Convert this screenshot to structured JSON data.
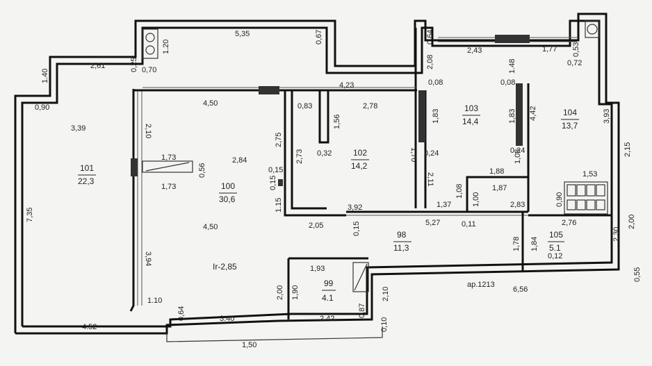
{
  "colors": {
    "wall": "#111111",
    "background": "#f4f4f2",
    "text": "#222222"
  },
  "rooms": [
    {
      "number": "101",
      "area": "22,3"
    },
    {
      "number": "100",
      "area": "30,6"
    },
    {
      "number": "102",
      "area": "14,2"
    },
    {
      "number": "103",
      "area": "14,4"
    },
    {
      "number": "104",
      "area": "13,7"
    },
    {
      "number": "105",
      "area": "5.1"
    },
    {
      "number": "98",
      "area": "11,3"
    },
    {
      "number": "99",
      "area": "4.1"
    }
  ],
  "labels": {
    "height": "Ir-2,85",
    "ar": "ар.1213"
  },
  "dims": [
    "5,35",
    "0,67",
    "1.20",
    "0,25",
    "0,70",
    "2,61",
    "1.40",
    "0,90",
    "3,39",
    "7,35",
    "4.52",
    "0,64",
    "2,43",
    "1,77",
    "0,53",
    "0,72",
    "2,08",
    "0,08",
    "1.48",
    "0,08",
    "4,23",
    "4,50",
    "2,10",
    "0,83",
    "1,56",
    "2,78",
    "1,83",
    "1,83",
    "4,42",
    "3,93",
    "2,15",
    "2,75",
    "2,84",
    "2,73",
    "0,32",
    "1,70",
    "0,24",
    "0,24",
    "1,08",
    "1,73",
    "0,56",
    "1,73",
    "0,15",
    "0,15",
    "1.15",
    "1,88",
    "2,11",
    "1,08",
    "1,87",
    "1,53",
    "0,90",
    "3,92",
    "1,37",
    "1,00",
    "2,83",
    "2,05",
    "5,27",
    "0,11",
    "0,15",
    "2,76",
    "2,30",
    "2,00",
    "3,94",
    "4,50",
    "1,78",
    "1,84",
    "0,12",
    "1,93",
    "0,55",
    "2,00",
    "1,90",
    "0,87",
    "2,10",
    "2.42",
    "6,56",
    "1.10",
    "0,64",
    "3.40",
    "0,10",
    "1,50"
  ]
}
